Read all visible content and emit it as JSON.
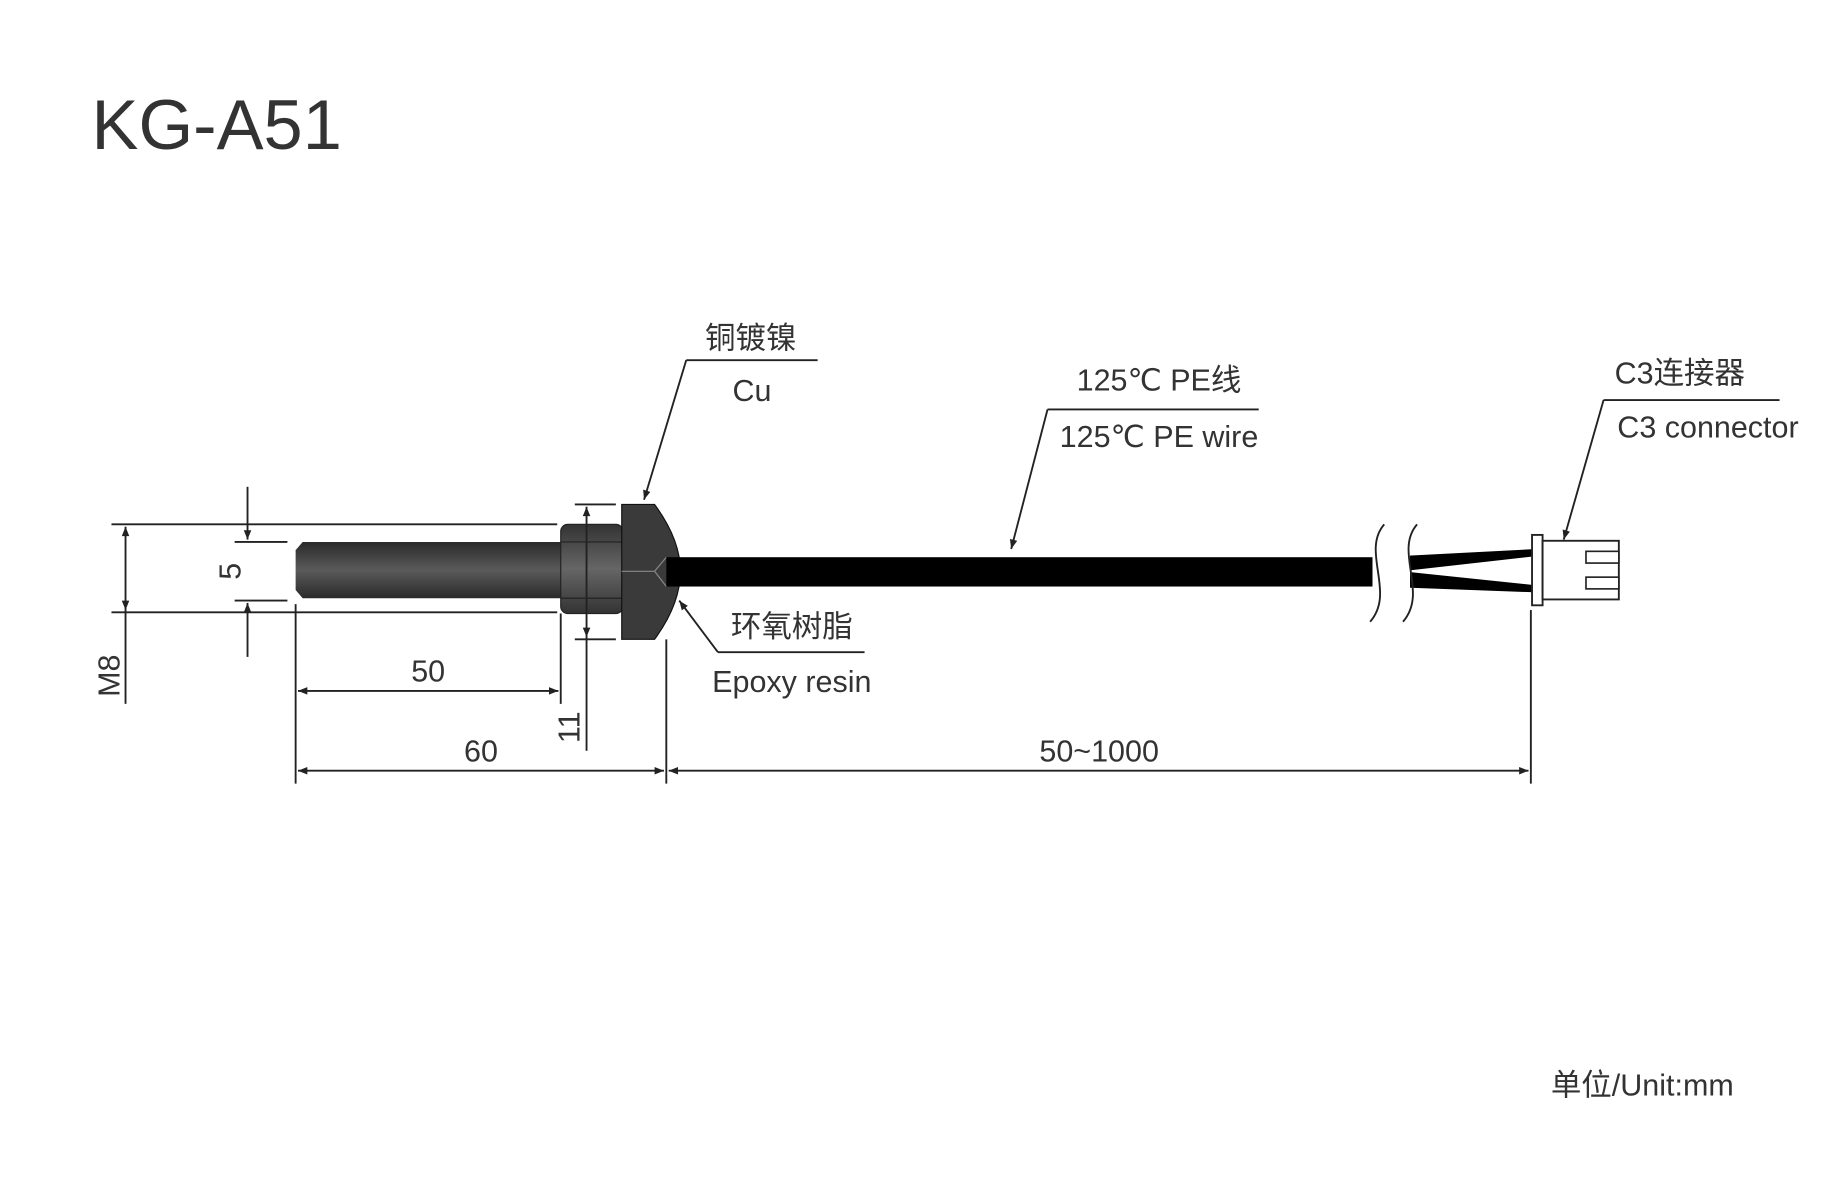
{
  "title": "KG-A51",
  "dimensions": {
    "thread": "M8",
    "probe_diameter": "5",
    "probe_length": "50",
    "overall_probe_length": "60",
    "head_size": "11",
    "cable_length": "50~1000"
  },
  "labels": {
    "head_material_cn": "铜镀镍",
    "head_material_en": "Cu",
    "wire_cn": "125℃ PE线",
    "wire_en": "125℃ PE wire",
    "connector_cn": "C3连接器",
    "connector_en": "C3 connector",
    "seal_cn": "环氧树脂",
    "seal_en": "Epoxy resin"
  },
  "unit_note": "单位/Unit:mm",
  "colors": {
    "ink": "#222222",
    "probe": "#4a4a4a",
    "cable": "#000000"
  }
}
